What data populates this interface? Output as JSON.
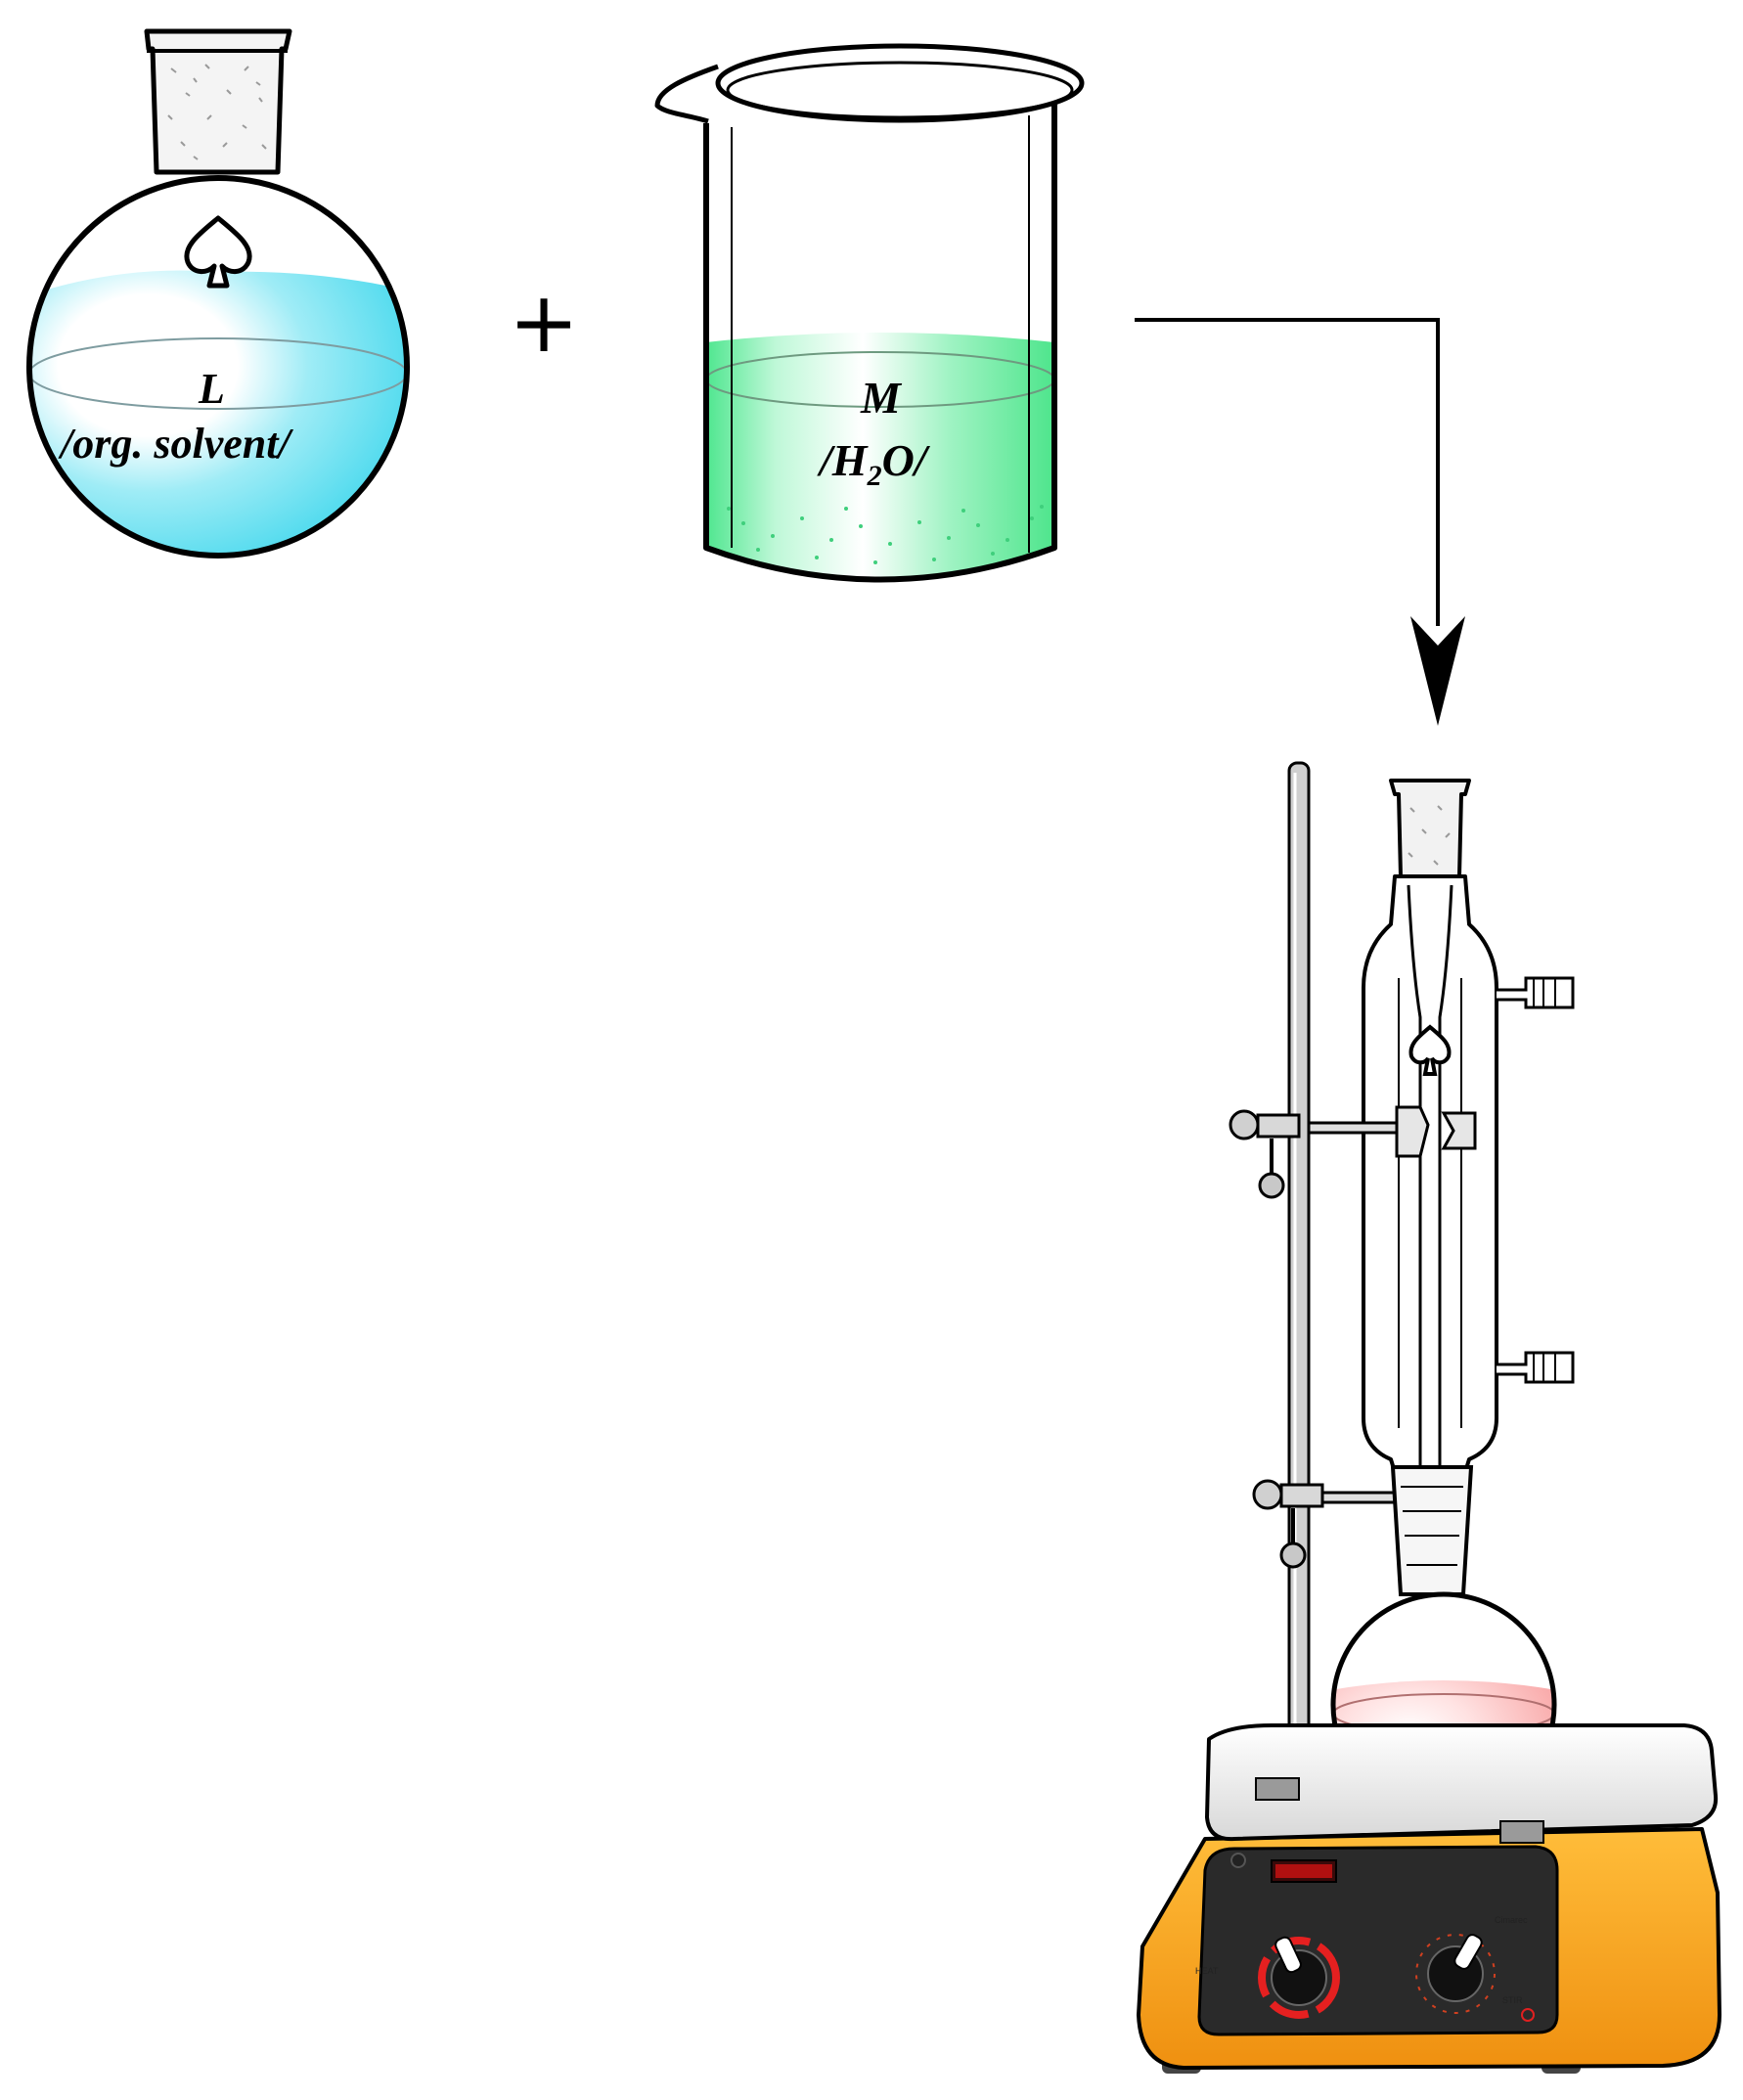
{
  "flask": {
    "label": "L",
    "solvent": "/org. solvent/",
    "color": "#34d4ea"
  },
  "operator": "+",
  "beaker": {
    "label": "M",
    "solvent_pre": "/H",
    "solvent_sub": "2",
    "solvent_post": "O/",
    "color": "#5eea98"
  },
  "reflux": {
    "liquid_color": "#f9a6a6"
  },
  "hotplate": {
    "body_color": "#f7a61d",
    "heat_label": "HEAT",
    "stir_label": "STIR",
    "brand": "Cimarec"
  }
}
